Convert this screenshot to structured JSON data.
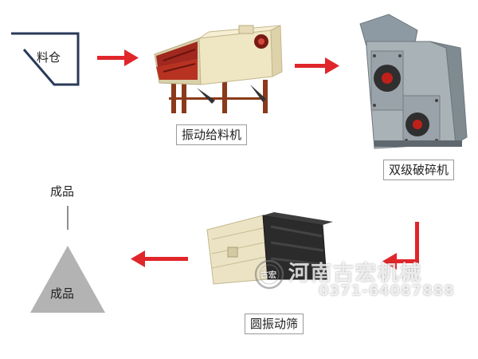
{
  "bin": {
    "label": "料仓"
  },
  "feeder": {
    "label": "振动给料机"
  },
  "crusher": {
    "label": "双级破碎机"
  },
  "screen": {
    "label": "圆振动筛"
  },
  "product": {
    "top_label": "成品",
    "triangle_label": "成品"
  },
  "watermark": {
    "company": "河南古宏机械",
    "phone": "0371-64087888",
    "seal_text": "古宏"
  },
  "colors": {
    "arrow": "#e0262a",
    "triangle": "#b3b3b3",
    "machine_body": "#efe6c4",
    "machine_dark": "#3a3a3a"
  }
}
